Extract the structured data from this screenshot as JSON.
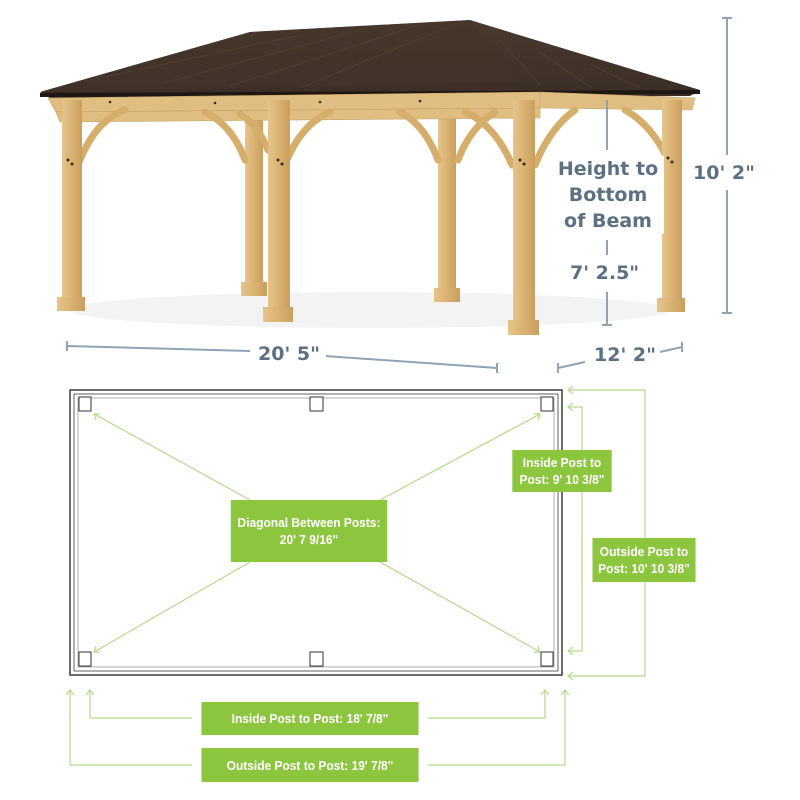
{
  "elevation": {
    "overall_length": "20' 5\"",
    "overall_width": "12' 2\"",
    "overall_height": "10' 2\"",
    "beam_height_label": [
      "Height to",
      "Bottom",
      "of Beam"
    ],
    "beam_height_value": "7' 2.5\""
  },
  "plan": {
    "diagonal": {
      "line1": "Diagonal Between Posts:",
      "line2": "20' 7 9/16\""
    },
    "inside_width": {
      "line1": "Inside Post to",
      "line2": "Post: 9' 10 3/8\""
    },
    "outside_width": {
      "line1": "Outside Post to",
      "line2": "Post: 10' 10 3/8\""
    },
    "inside_length": "Inside Post to Post: 18' 7/8\"",
    "outside_length": "Outside Post to Post: 19' 7/8\""
  },
  "colors": {
    "dimension_text": "#5c7082",
    "dimension_line": "#8fa3b5",
    "callout_green": "#8cc63f",
    "arrow_green": "#b5d98a",
    "wood": "#d9b272",
    "roof": "#3d3028"
  }
}
